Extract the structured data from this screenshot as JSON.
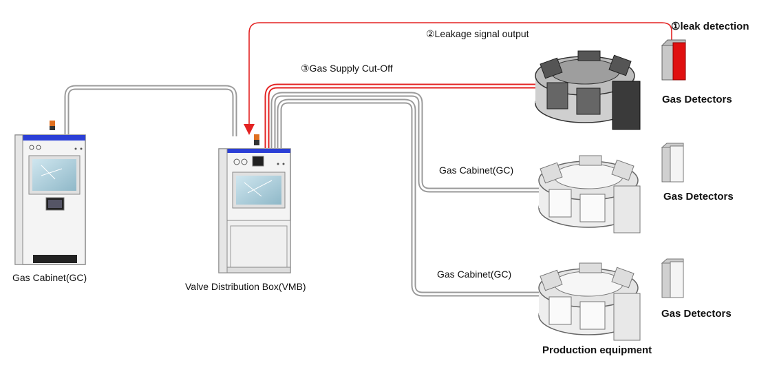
{
  "labels": {
    "leak_detection": "①leak detection",
    "leakage_signal_output": "②Leakage signal output",
    "gas_supply_cutoff": "③Gas Supply Cut-Off",
    "gas_cabinet_left": "Gas Cabinet(GC)",
    "vmb": "Valve Distribution Box(VMB)",
    "gas_cabinet_mid": "Gas Cabinet(GC)",
    "gas_cabinet_low": "Gas Cabinet(GC)",
    "gas_detectors_top": "Gas Detectors",
    "gas_detectors_mid": "Gas Detectors",
    "gas_detectors_low": "Gas Detectors",
    "production_equipment": "Production equipment"
  },
  "colors": {
    "signal_line": "#e32222",
    "pipe": "#9a9a9a",
    "cabinet_top_bar": "#2b3fd6",
    "detector_alarm": "#e01010",
    "equipment_dark": "#555555",
    "equipment_light": "#dcdcdc"
  },
  "icons": [
    "gas-cabinet-icon",
    "valve-distribution-box-icon",
    "production-equipment-icon",
    "gas-detector-icon"
  ]
}
